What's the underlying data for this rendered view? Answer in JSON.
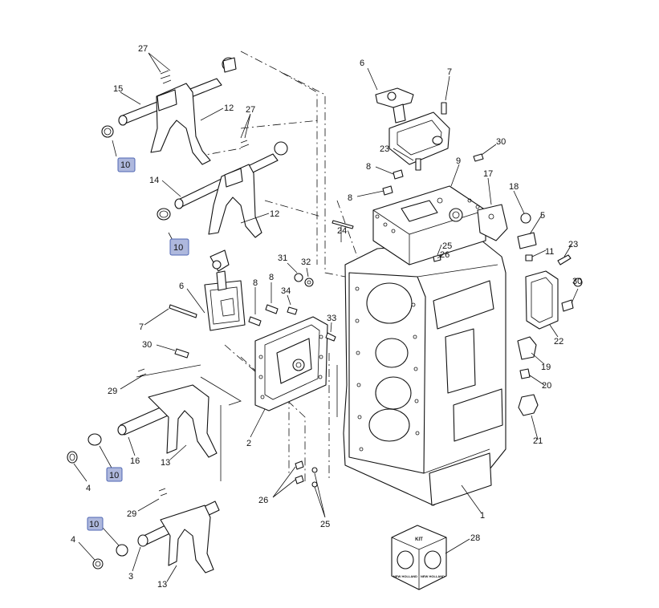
{
  "diagram": {
    "callouts": [
      {
        "id": "c27a",
        "label": "27"
      },
      {
        "id": "c15",
        "label": "15"
      },
      {
        "id": "c12a",
        "label": "12"
      },
      {
        "id": "c27b",
        "label": "27"
      },
      {
        "id": "c10a",
        "label": "10",
        "highlighted": true
      },
      {
        "id": "c14",
        "label": "14"
      },
      {
        "id": "c12b",
        "label": "12"
      },
      {
        "id": "c10b",
        "label": "10",
        "highlighted": true
      },
      {
        "id": "c6a",
        "label": "6"
      },
      {
        "id": "c7a",
        "label": "7"
      },
      {
        "id": "c8a",
        "label": "8"
      },
      {
        "id": "c8b",
        "label": "8"
      },
      {
        "id": "c31",
        "label": "31"
      },
      {
        "id": "c32",
        "label": "32"
      },
      {
        "id": "c34",
        "label": "34"
      },
      {
        "id": "c33",
        "label": "33"
      },
      {
        "id": "c30a",
        "label": "30"
      },
      {
        "id": "c29a",
        "label": "29"
      },
      {
        "id": "c16",
        "label": "16"
      },
      {
        "id": "c13a",
        "label": "13"
      },
      {
        "id": "c4a",
        "label": "4"
      },
      {
        "id": "c10c",
        "label": "10",
        "highlighted": true
      },
      {
        "id": "c2",
        "label": "2"
      },
      {
        "id": "c29b",
        "label": "29"
      },
      {
        "id": "c10d",
        "label": "10",
        "highlighted": true
      },
      {
        "id": "c4b",
        "label": "4"
      },
      {
        "id": "c3",
        "label": "3"
      },
      {
        "id": "c13b",
        "label": "13"
      },
      {
        "id": "c26a",
        "label": "26"
      },
      {
        "id": "c25a",
        "label": "25"
      },
      {
        "id": "c6b",
        "label": "6"
      },
      {
        "id": "c7b",
        "label": "7"
      },
      {
        "id": "c23a",
        "label": "23"
      },
      {
        "id": "c30b",
        "label": "30"
      },
      {
        "id": "c8c",
        "label": "8"
      },
      {
        "id": "c9",
        "label": "9"
      },
      {
        "id": "c8d",
        "label": "8"
      },
      {
        "id": "c17",
        "label": "17"
      },
      {
        "id": "c18",
        "label": "18"
      },
      {
        "id": "c5",
        "label": "5"
      },
      {
        "id": "c11",
        "label": "11"
      },
      {
        "id": "c23b",
        "label": "23"
      },
      {
        "id": "c24",
        "label": "24"
      },
      {
        "id": "c25b",
        "label": "25"
      },
      {
        "id": "c26b",
        "label": "26"
      },
      {
        "id": "c30c",
        "label": "30"
      },
      {
        "id": "c22",
        "label": "22"
      },
      {
        "id": "c19",
        "label": "19"
      },
      {
        "id": "c20",
        "label": "20"
      },
      {
        "id": "c21",
        "label": "21"
      },
      {
        "id": "c1",
        "label": "1"
      },
      {
        "id": "c28",
        "label": "28"
      }
    ],
    "kit": {
      "top_label": "KIT",
      "brand_text": "NEW HOLLAND"
    },
    "colors": {
      "highlight_fill": "#aeb8dd",
      "highlight_stroke": "#4f66b3",
      "line": "#111111"
    }
  }
}
